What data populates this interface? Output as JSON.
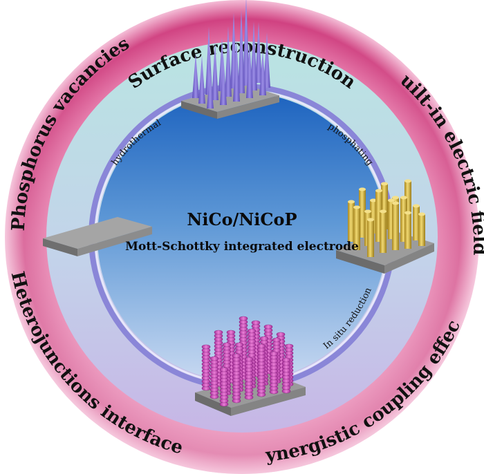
{
  "center": {
    "title": "NiCo/NiCoP",
    "subtitle": "Mott-Schottky integrated electrode"
  },
  "outer_labels": {
    "top": "Surface reconstruction",
    "upper_left": "Phosphorus vacancies",
    "upper_right": "Built-in electric fields",
    "lower_left": "Heterojunctions interface",
    "lower_right": "Synergistic coupling effect"
  },
  "steps": {
    "hydrothermal": "hydrothermal",
    "phosphating": "phosphating",
    "reduction": "In situ reduction"
  },
  "colors": {
    "outer_ring_edge": "#f5c3d9",
    "outer_ring_mid": "#d9568f",
    "outer_ring_bottom": "#f3b2cf",
    "middle_ring_top": "#b7e3e3",
    "middle_ring_bottom": "#c9b7e6",
    "center_top": "#1f6fc4",
    "center_bottom": "#c3d6f0",
    "spike": "#7e6fd0",
    "rod": "#d4b845",
    "coil": "#d35fc0",
    "substrate": "#8a8a8a"
  }
}
